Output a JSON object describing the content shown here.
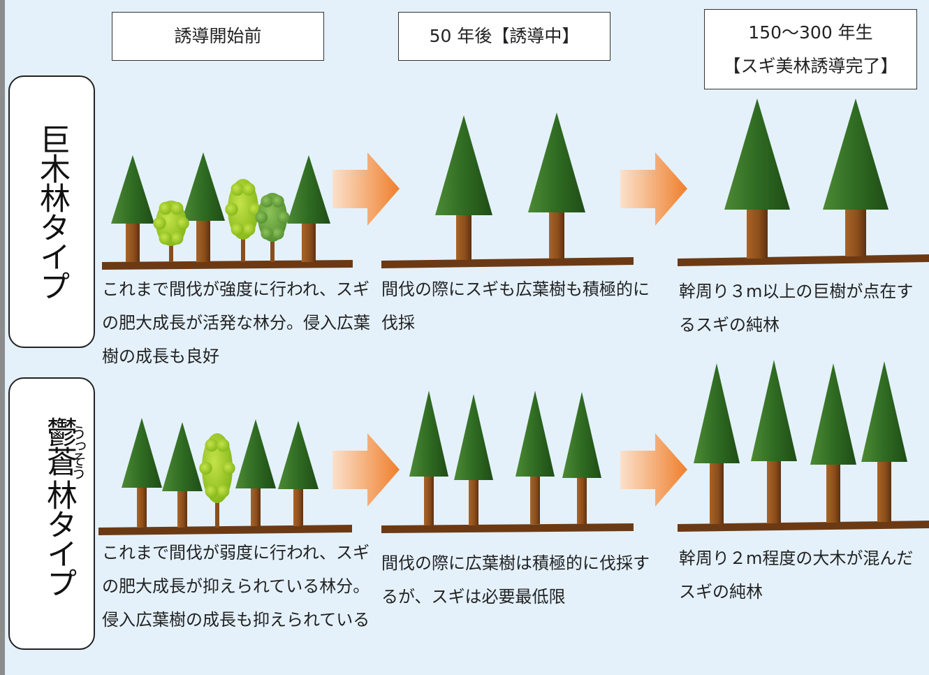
{
  "stages": {
    "before": "誘導開始前",
    "after50": "50 年後【誘導中】",
    "final_line1": "150〜300 年生",
    "final_line2": "【スギ美林誘導完了】"
  },
  "rows": {
    "giant": {
      "label": "巨木林タイプ",
      "captions": {
        "before": "これまで間伐が強度に行われ、スギの肥大成長が活発な林分。侵入広葉樹の成長も良好",
        "after50": "間伐の際にスギも広葉樹も積極的に伐採",
        "final": "幹周り３m以上の巨樹が点在するスギの純林"
      }
    },
    "dense": {
      "label_base": "鬱蒼",
      "label_ruby": "うっそう",
      "label_rest": "林タイプ",
      "captions": {
        "before": "これまで間伐が弱度に行われ、スギの肥大成長が抑えられている林分。侵入広葉樹の成長も抑えられている",
        "after50": "間伐の際に広葉樹は積極的に伐採するが、スギは必要最低限",
        "final": "幹周り２m程度の大木が混んだスギの純林"
      }
    }
  },
  "colors": {
    "background": "#e4f1fb",
    "conifer": "#2f6b22",
    "trunk": "#8b4d1a",
    "ground": "#6b3a14",
    "broadleaf_light": "#9ccc1a",
    "broadleaf_dark": "#5f9a34",
    "arrow": "#f08c3c"
  }
}
